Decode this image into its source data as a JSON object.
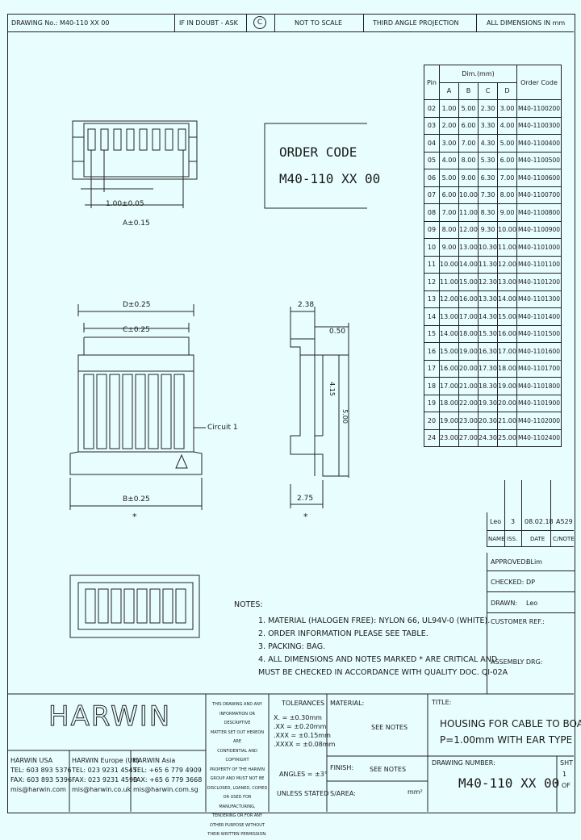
{
  "header": {
    "drawing_no": "DRAWING No.: M40-110 XX 00",
    "if_in_doubt": "IF IN DOUBT - ASK",
    "copyright": "C",
    "not_to_scale": "NOT TO SCALE",
    "projection": "THIRD ANGLE PROJECTION",
    "units": "ALL DIMENSIONS IN mm"
  },
  "order_code_box": {
    "line1": "ORDER CODE",
    "line2": "M40-110 XX 00"
  },
  "dims": {
    "pitch": "1.00±0.05",
    "a": "A±0.15",
    "d": "D±0.25",
    "c": "C±0.25",
    "b": "B±0.25",
    "h1": "2.38",
    "h2": "0.50",
    "h3": "4.15",
    "h4": "5.00",
    "h5": "2.75",
    "circuit": "Circuit 1",
    "star": "*"
  },
  "table": {
    "pin_header": "Pin",
    "dim_header": "Dim.(mm)",
    "order_header": "Order Code",
    "cols": [
      "A",
      "B",
      "C",
      "D"
    ],
    "rows": [
      [
        "02",
        "1.00",
        "5.00",
        "2.30",
        "3.00",
        "M40-1100200"
      ],
      [
        "03",
        "2.00",
        "6.00",
        "3.30",
        "4.00",
        "M40-1100300"
      ],
      [
        "04",
        "3.00",
        "7.00",
        "4.30",
        "5.00",
        "M40-1100400"
      ],
      [
        "05",
        "4.00",
        "8.00",
        "5.30",
        "6.00",
        "M40-1100500"
      ],
      [
        "06",
        "5.00",
        "9.00",
        "6.30",
        "7.00",
        "M40-1100600"
      ],
      [
        "07",
        "6.00",
        "10.00",
        "7.30",
        "8.00",
        "M40-1100700"
      ],
      [
        "08",
        "7.00",
        "11.00",
        "8.30",
        "9.00",
        "M40-1100800"
      ],
      [
        "09",
        "8.00",
        "12.00",
        "9.30",
        "10.00",
        "M40-1100900"
      ],
      [
        "10",
        "9.00",
        "13.00",
        "10.30",
        "11.00",
        "M40-1101000"
      ],
      [
        "11",
        "10.00",
        "14.00",
        "11.30",
        "12.00",
        "M40-1101100"
      ],
      [
        "12",
        "11.00",
        "15.00",
        "12.30",
        "13.00",
        "M40-1101200"
      ],
      [
        "13",
        "12.00",
        "16.00",
        "13.30",
        "14.00",
        "M40-1101300"
      ],
      [
        "14",
        "13.00",
        "17.00",
        "14.30",
        "15.00",
        "M40-1101400"
      ],
      [
        "15",
        "14.00",
        "18.00",
        "15.30",
        "16.00",
        "M40-1101500"
      ],
      [
        "16",
        "15.00",
        "19.00",
        "16.30",
        "17.00",
        "M40-1101600"
      ],
      [
        "17",
        "16.00",
        "20.00",
        "17.30",
        "18.00",
        "M40-1101700"
      ],
      [
        "18",
        "17.00",
        "21.00",
        "18.30",
        "19.00",
        "M40-1101800"
      ],
      [
        "19",
        "18.00",
        "22.00",
        "19.30",
        "20.00",
        "M40-1101900"
      ],
      [
        "20",
        "19.00",
        "23.00",
        "20.30",
        "21.00",
        "M40-1102000"
      ],
      [
        "24",
        "23.00",
        "27.00",
        "24.30",
        "25.00",
        "M40-1102400"
      ]
    ]
  },
  "revision": {
    "values": [
      "Leo",
      "3",
      "08.02.18",
      "A529"
    ],
    "headers": [
      "NAME",
      "ISS.",
      "DATE",
      "C/NOTE"
    ]
  },
  "approvals": [
    {
      "label": "APPROVED:",
      "value": "BLim"
    },
    {
      "label": "CHECKED:",
      "value": "DP"
    },
    {
      "label": "DRAWN:",
      "value": "Leo"
    },
    {
      "label": "CUSTOMER REF.:",
      "value": ""
    },
    {
      "label": "ASSEMBLY DRG:",
      "value": ""
    }
  ],
  "notes": {
    "title": "NOTES:",
    "items": [
      "1.  MATERIAL (HALOGEN FREE): NYLON 66, UL94V-0 (WHITE).",
      "2.  ORDER INFORMATION PLEASE SEE TABLE.",
      "3.  PACKING: BAG.",
      "4.  ALL DIMENSIONS AND NOTES MARKED  *  ARE CRITICAL AND",
      "     MUST BE CHECKED IN ACCORDANCE WITH QUALITY DOC. QI-02A"
    ]
  },
  "footer": {
    "logo": "HARWIN",
    "offices": [
      {
        "name": "HARWIN USA",
        "tel": "TEL: 603 893 5376",
        "fax": "FAX: 603 893 5396",
        "email": "mis@harwin.com"
      },
      {
        "name": "HARWIN Europe (UK)",
        "tel": "TEL: 023 9231 4545",
        "fax": "FAX: 023 9231 4590",
        "email": "mis@harwin.co.uk"
      },
      {
        "name": "HARWIN Asia",
        "tel": "TEL: +65 6 779 4909",
        "fax": "FAX: +65 6 779 3668",
        "email": "mis@harwin.com.sg"
      }
    ],
    "disclaimer": [
      "THIS DRAWING AND ANY",
      "INFORMATION OR DESCRIPTIVE",
      "MATTER SET OUT HEREON ARE",
      "CONFIDENTIAL AND COPYRIGHT",
      "PROPERTY OF THE HARWIN",
      "GROUP AND MUST NOT BE",
      "DISCLOSED, LOANED, COPIED",
      "OR USED FOR MANUFACTURING,",
      "TENDERING OR FOR ANY",
      "OTHER PURPOSE WITHOUT",
      "THEIR WRITTEN PERMISSION."
    ],
    "tolerances_title": "TOLERANCES",
    "tolerances": [
      "X. = ±0.30mm",
      ".XX = ±0.20mm",
      ".XXX = ±0.15mm",
      ".XXXX = ±0.08mm"
    ],
    "angles": "ANGLES = ±3°",
    "unless_stated": "UNLESS STATED",
    "material_label": "MATERIAL:",
    "material_value": "SEE NOTES",
    "finish_label": "FINISH:",
    "finish_value": "SEE NOTES",
    "sarea_label": "S/AREA:",
    "sarea_unit": "mm²",
    "title_label": "TITLE:",
    "title_line1": "HOUSING FOR CABLE TO BOARD",
    "title_line2": "P=1.00mm WITH EAR TYPE",
    "drawing_number_label": "DRAWING NUMBER:",
    "drawing_number": "M40-110 XX 00",
    "sht_label": "SHT",
    "sht_value": "1",
    "of_label": "OF"
  }
}
